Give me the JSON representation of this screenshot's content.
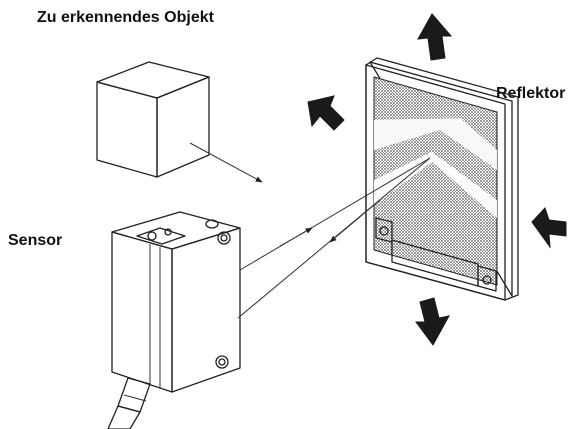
{
  "labels": {
    "object": "Zu erkennendes Objekt",
    "reflector": "Reflektor",
    "sensor": "Sensor"
  },
  "icons": {
    "object": "cube",
    "reflector": "retroreflector-panel",
    "sensor": "photoelectric-sensor",
    "adjust_arrows": "thick-direction-arrows"
  },
  "colors": {
    "line": "#222222",
    "arrow_fill": "#1a1a1a",
    "reflector_pattern": "#6b6b6b",
    "background": "#ffffff"
  }
}
